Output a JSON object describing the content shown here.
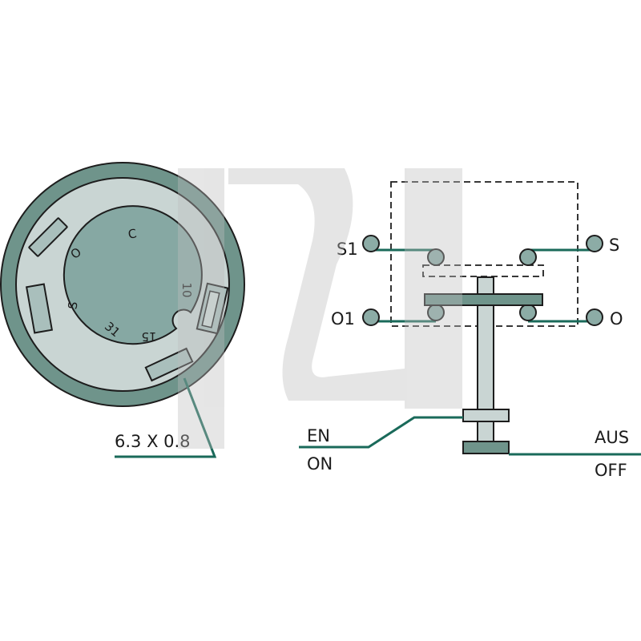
{
  "connector": {
    "pin_labels": {
      "p1": "C",
      "p2": "O",
      "p3": "S",
      "p4": "31",
      "p5": "15",
      "p6": "10"
    },
    "terminal_size": "6.3 X 0.8"
  },
  "switch": {
    "contact_labels": {
      "s1": "S1",
      "s": "S",
      "o1": "O1",
      "o": "O"
    },
    "on_label_de": "EN",
    "on_label_en": "ON",
    "off_label_de": "AUS",
    "off_label_en": "OFF"
  },
  "colors": {
    "outer_ring": "#6f948b",
    "inner_body": "#c9d5d3",
    "center_disc": "#86a8a3",
    "terminal": "#a9bfbc",
    "leader_line": "#1a6a5a",
    "contact": "#8caca6",
    "outline": "#1d1d1d",
    "watermark": "#d9d9d9"
  }
}
